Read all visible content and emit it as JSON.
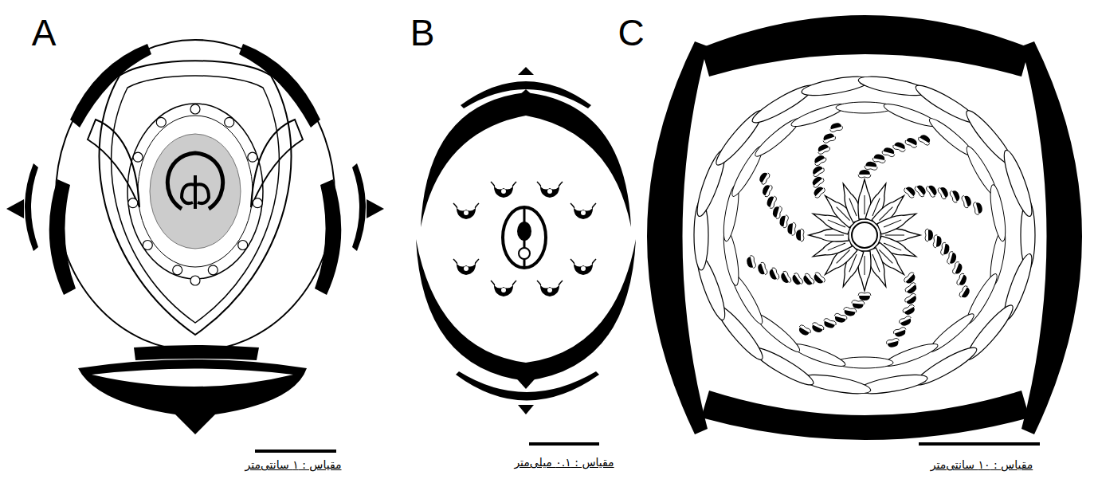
{
  "diagram": {
    "labels": [
      "A",
      "B",
      "C",
      "مقیاس : ۱ سانتی‌متر",
      "مقیاس : ۰.۱ میلی‌متر",
      "مقیاس : ۱۰ سانتی‌متر"
    ]
  }
}
